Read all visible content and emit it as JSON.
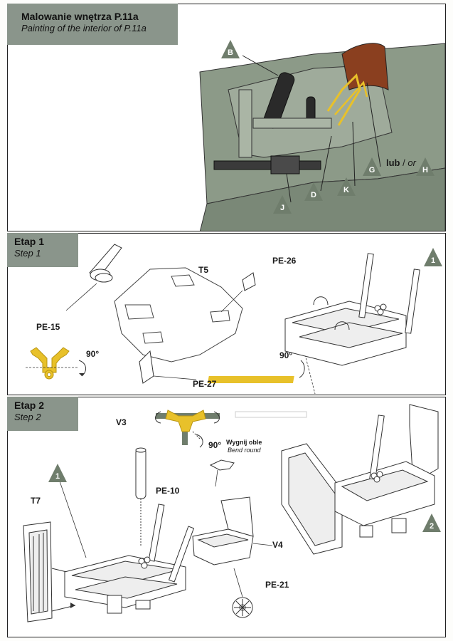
{
  "header": {
    "title_pl": "Malowanie wnętrza P.11a",
    "title_en": "Painting of the interior of P.11a"
  },
  "section1": {
    "callouts": [
      "B",
      "D",
      "K",
      "G",
      "H",
      "J"
    ],
    "or_bold": "lub",
    "or_sep": " / ",
    "or_italic": "or"
  },
  "step1": {
    "title_pl": "Etap 1",
    "title_en": "Step 1",
    "labels": {
      "t5": "T5",
      "pe26": "PE-26",
      "pe15": "PE-15",
      "pe27": "PE-27",
      "angle_a": "90°",
      "angle_b": "90°"
    },
    "result_badge": "1"
  },
  "step2": {
    "title_pl": "Etap 2",
    "title_en": "Step 2",
    "labels": {
      "v3": "V3",
      "pe10": "PE-10",
      "v4": "V4",
      "t7": "T7",
      "pe21": "PE-21",
      "angle": "90°",
      "bend_pl": "Wygnij oble",
      "bend_en": "Bend round"
    },
    "ref_badge": "1",
    "result_badge": "2"
  },
  "colors": {
    "header_bg": "#8a958b",
    "callout_fill": "#6f7d6c",
    "photoetch": "#e8c12a",
    "cockpit_grey": "#8c9a88",
    "seat_brown": "#8a3f1f"
  }
}
